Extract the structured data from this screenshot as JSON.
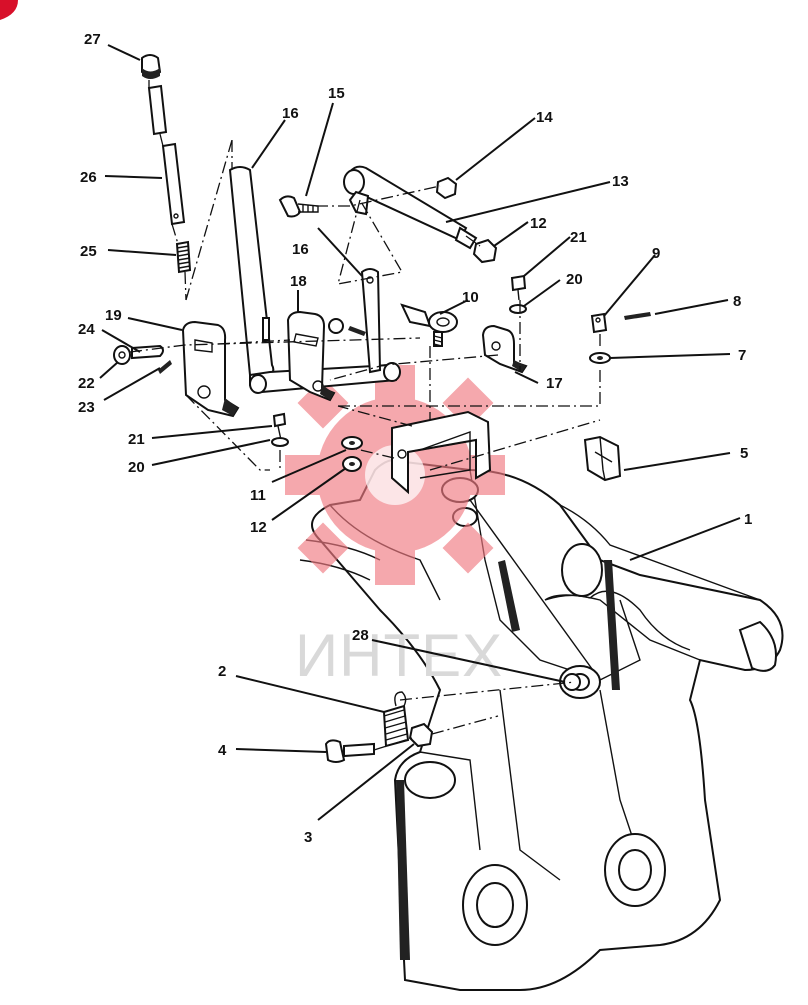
{
  "figure": {
    "callouts": [
      "1",
      "2",
      "3",
      "4",
      "5",
      "7",
      "8",
      "9",
      "10",
      "11",
      "12",
      "12",
      "13",
      "14",
      "15",
      "16",
      "16",
      "17",
      "18",
      "19",
      "20",
      "20",
      "21",
      "21",
      "22",
      "23",
      "24",
      "25",
      "26",
      "27",
      "28"
    ]
  },
  "watermark": {
    "text": "ИНТЕХ",
    "icon": "gear-icon",
    "color": "#f07a82"
  },
  "colors": {
    "corner_badge": "#d8102a"
  }
}
